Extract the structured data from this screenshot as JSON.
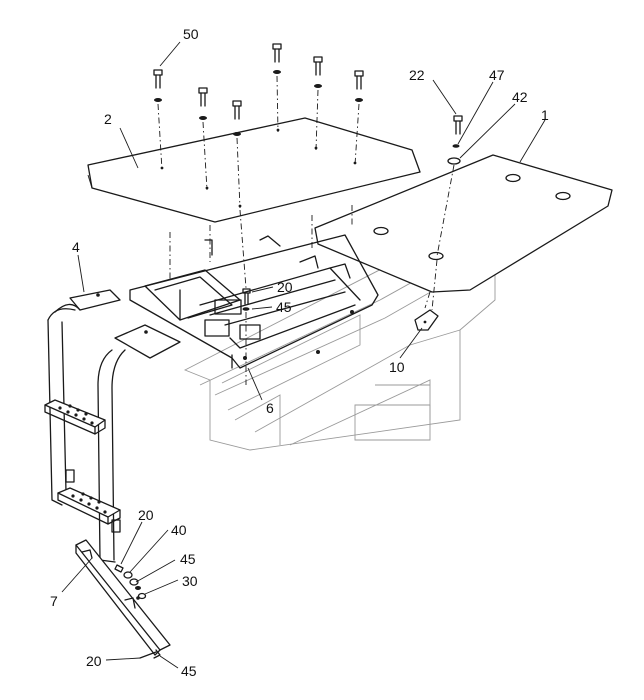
{
  "callouts": {
    "c50": "50",
    "c2": "2",
    "c22": "22",
    "c47": "47",
    "c42": "42",
    "c1": "1",
    "c4": "4",
    "c20a": "20",
    "c45a": "45",
    "c10": "10",
    "c6": "6",
    "c20b": "20",
    "c40": "40",
    "c45b": "45",
    "c30": "30",
    "c7": "7",
    "c20c": "20",
    "c45c": "45"
  }
}
